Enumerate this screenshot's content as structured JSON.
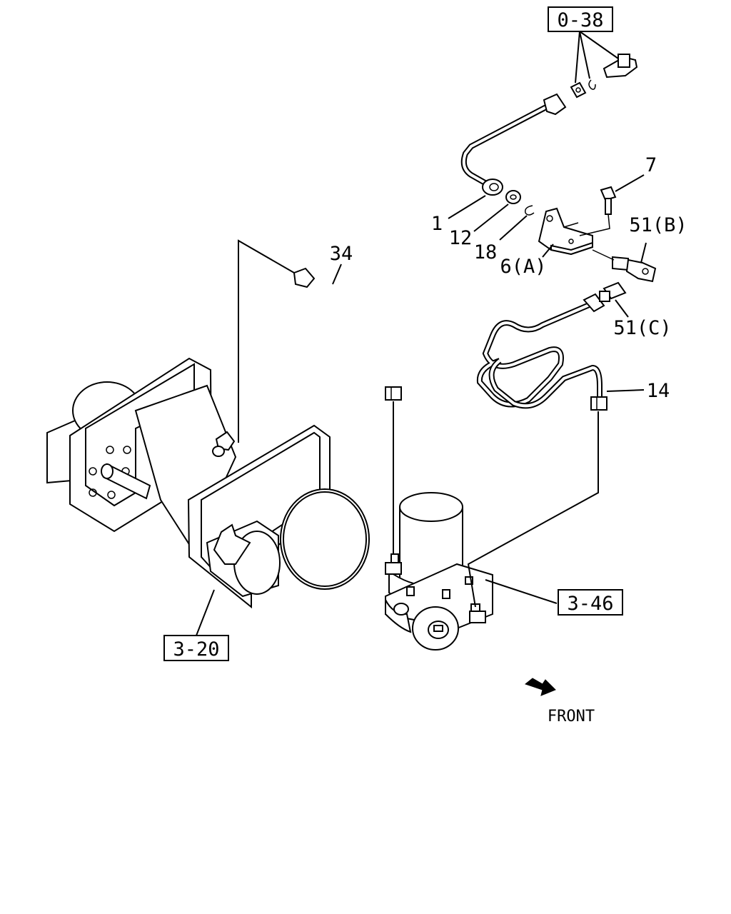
{
  "diagram": {
    "callouts": {
      "c1": "1",
      "c12": "12",
      "c18": "18",
      "c6a": "6(A)",
      "c7": "7",
      "c51b": "51(B)",
      "c51c": "51(C)",
      "c34": "34",
      "c14": "14"
    },
    "refs": {
      "r038": "0-38",
      "r320": "3-20",
      "r346": "3-46"
    },
    "front_label": "FRONT"
  }
}
